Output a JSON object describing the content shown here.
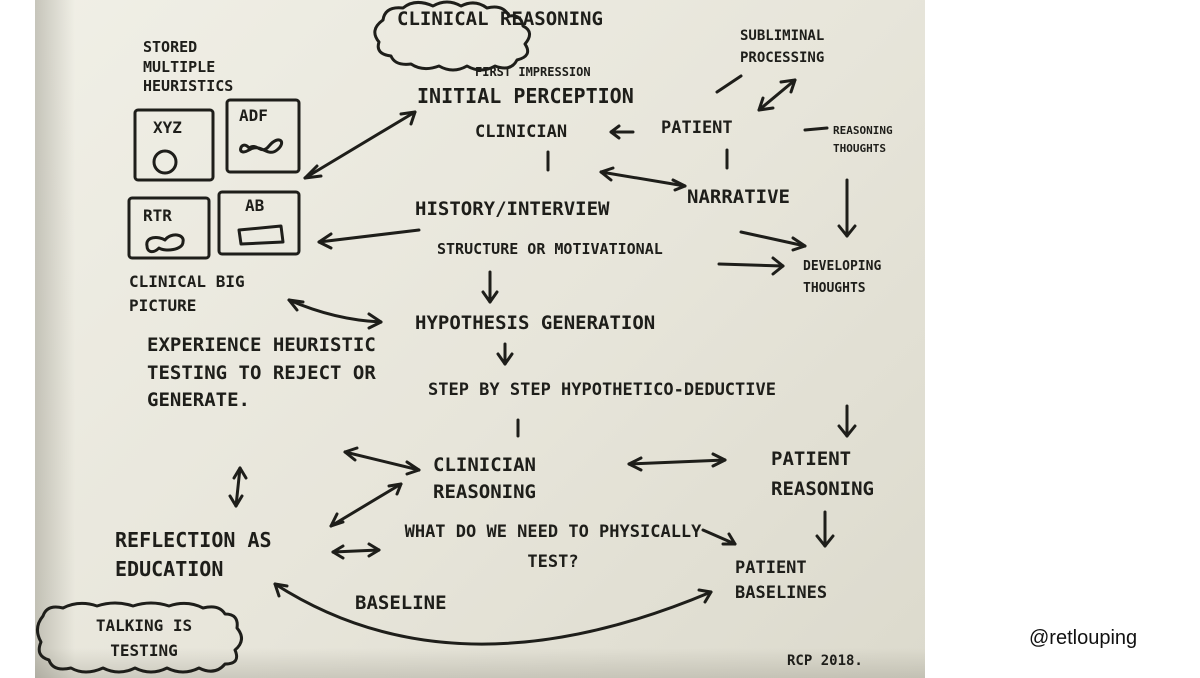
{
  "diagram": {
    "title": "CLINICAL REASONING",
    "first_impression": "FIRST IMPRESSION",
    "initial_perception": "INITIAL PERCEPTION",
    "subliminal_processing": "SUBLIMINAL PROCESSING",
    "clinician": "CLINICIAN",
    "patient": "PATIENT",
    "reasoning_thoughts": "REASONING THOUGHTS",
    "stored_heuristics": "STORED MULTIPLE HEURISTICS",
    "heuristic_boxes": [
      "XYZ",
      "ADF",
      "RTR",
      "AB"
    ],
    "clinical_big_picture": "CLINICAL BIG PICTURE",
    "history_interview": "HISTORY/INTERVIEW",
    "narrative": "NARRATIVE",
    "structure_or_motivational": "STRUCTURE OR MOTIVATIONAL",
    "developing_thoughts": "DEVELOPING THOUGHTS",
    "hypothesis_generation": "HYPOTHESIS GENERATION",
    "experience_heuristic_testing": "EXPERIENCE HEURISTIC TESTING TO REJECT OR GENERATE.",
    "step_by_step": "STEP BY STEP HYPOTHETICO-DEDUCTIVE",
    "clinician_reasoning": "CLINICIAN REASONING",
    "patient_reasoning": "PATIENT REASONING",
    "reflection_as_education": "REFLECTION AS EDUCATION",
    "what_do_we_need": "WHAT DO WE NEED TO PHYSICALLY TEST?",
    "baseline": "BASELINE",
    "patient_baselines": "PATIENT BASELINES",
    "talking_is_testing": "TALKING IS TESTING",
    "signature": "RCP 2018."
  },
  "handle": "@retlouping",
  "colors": {
    "ink": "#1e1e1a",
    "paper": "#e9e8df",
    "background": "#ffffff"
  }
}
